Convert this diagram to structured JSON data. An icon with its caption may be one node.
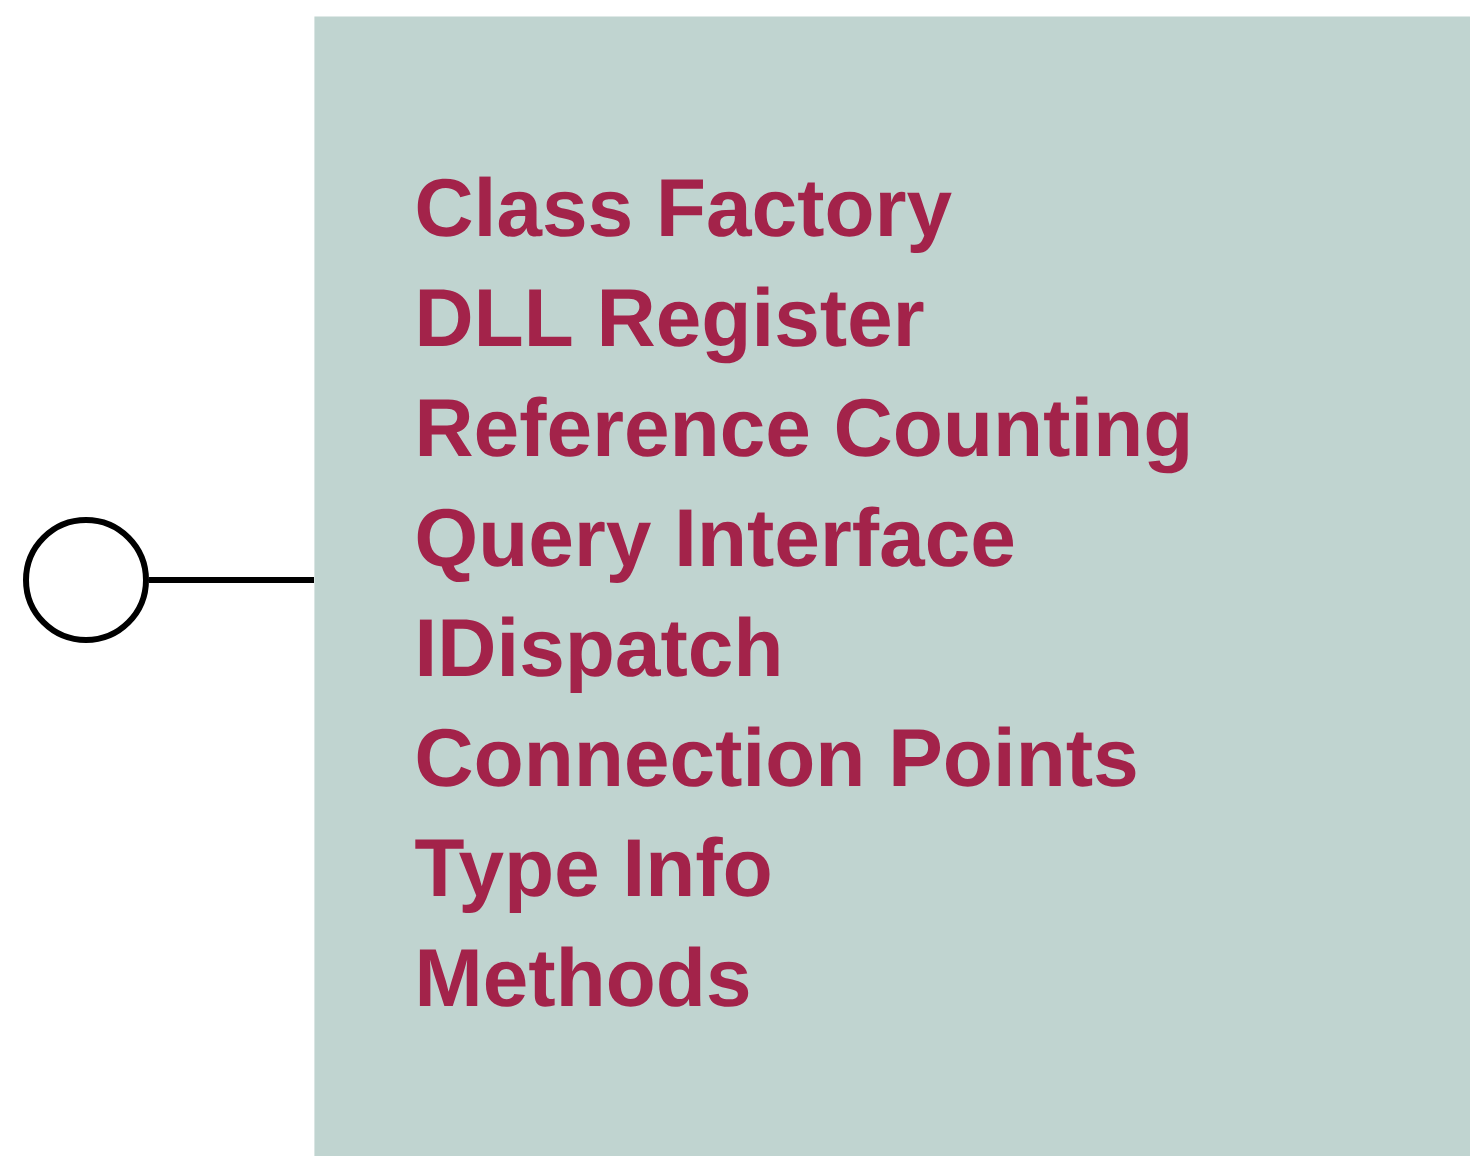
{
  "diagram": {
    "nodes": [
      {
        "text": [
          "Class Factory",
          "DLL Register",
          "Reference Counting",
          "Query Interface",
          "IDispatch",
          "Connection Points",
          "Type Info",
          "Methods"
        ]
      },
      {
        "text": [],
        "shape": "circle"
      }
    ],
    "edges": [
      {
        "from": 1,
        "to": 0,
        "arrow": "none"
      }
    ]
  }
}
